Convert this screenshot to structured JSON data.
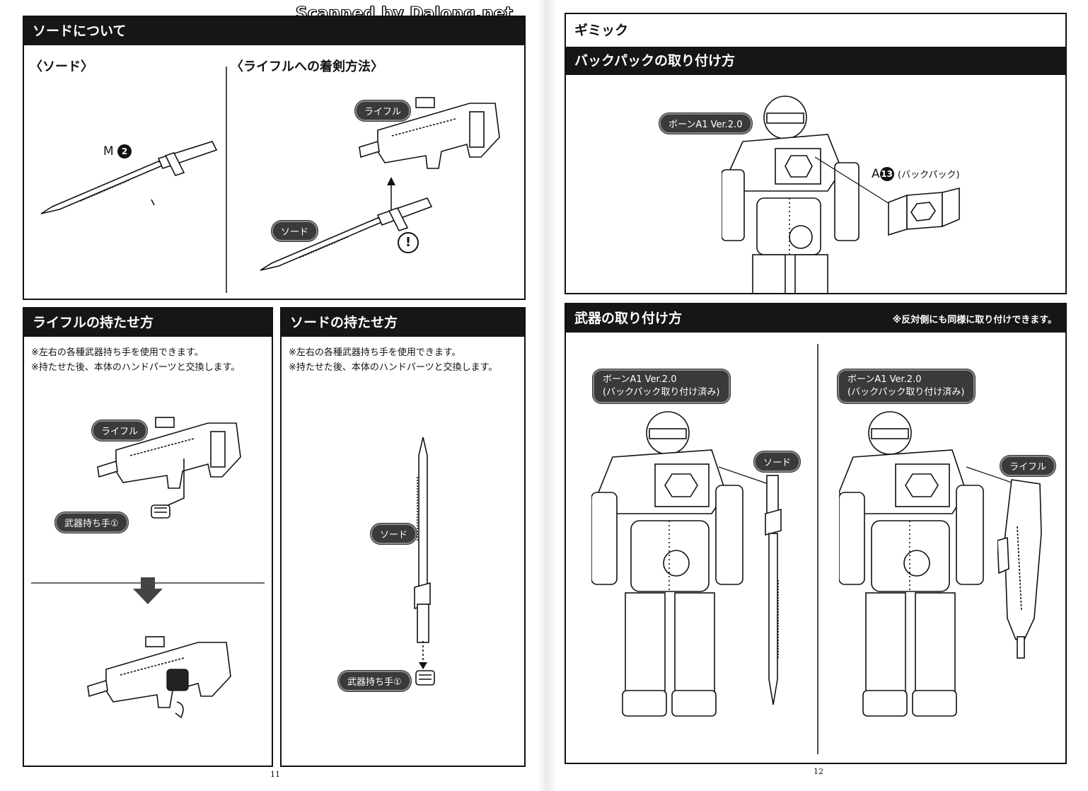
{
  "watermark": "Scanned by Dalong.net",
  "left_page": {
    "page_number": "11",
    "sword_section": {
      "title": "ソードについて",
      "left_sub": "〈ソード〉",
      "right_sub": "〈ライフルへの着剣方法〉",
      "part_code_letter": "M",
      "part_code_number": "2",
      "rifle_label": "ライフル",
      "sword_label": "ソード",
      "caution_mark": "!"
    },
    "rifle_hold_section": {
      "title": "ライフルの持たせ方",
      "notes": [
        "※左右の各種武器持ち手を使用できます。",
        "※持たせた後、本体のハンドパーツと交換します。"
      ],
      "rifle_label": "ライフル",
      "hand_label": "武器持ち手①"
    },
    "sword_hold_section": {
      "title": "ソードの持たせ方",
      "notes": [
        "※左右の各種武器持ち手を使用できます。",
        "※持たせた後、本体のハンドパーツと交換します。"
      ],
      "sword_label": "ソード",
      "hand_label": "武器持ち手①"
    }
  },
  "right_page": {
    "page_number": "12",
    "gimmick_title": "ギミック",
    "backpack_section": {
      "title": "バックパックの取り付け方",
      "model_label": "ボーンA1 Ver.2.0",
      "part_code_letter": "A",
      "part_code_number": "13",
      "part_name": "(バックパック)"
    },
    "weapon_section": {
      "title": "武器の取り付け方",
      "note": "※反対側にも同様に取り付けできます。",
      "left_model_label_1": "ボーンA1 Ver.2.0",
      "left_model_label_2": "(バックパック取り付け済み)",
      "left_weapon_label": "ソード",
      "right_model_label_1": "ボーンA1 Ver.2.0",
      "right_model_label_2": "(バックパック取り付け済み)",
      "right_weapon_label": "ライフル"
    }
  }
}
